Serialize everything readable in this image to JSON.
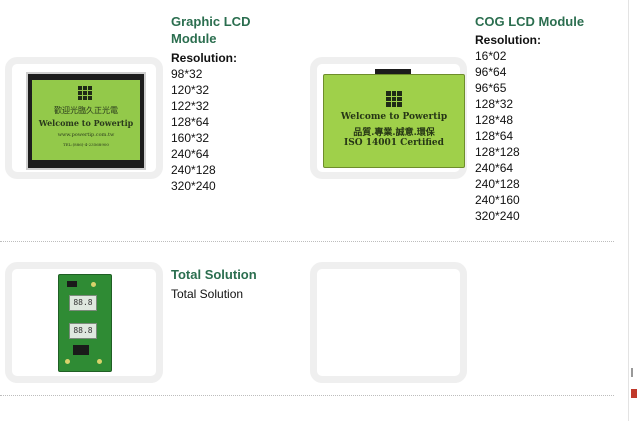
{
  "products": [
    {
      "title_line1": "Graphic LCD",
      "title_line2": "Module",
      "res_label": "Resolution:",
      "resolutions": [
        "98*32",
        "120*32",
        "122*32",
        "128*64",
        "160*32",
        "240*64",
        "240*128",
        "320*240"
      ],
      "screen_lines": [
        "歡迎光臨久正光電",
        "Welcome to Powertip",
        "www.powertip.com.tw",
        "TEL:(886)-4-23568900"
      ]
    },
    {
      "title_line1": "COG LCD Module",
      "res_label": "Resolution:",
      "resolutions": [
        "16*02",
        "96*64",
        "96*65",
        "128*32",
        "128*48",
        "128*64",
        "128*128",
        "240*64",
        "240*128",
        "240*160",
        "320*240"
      ],
      "screen_lines": [
        "Welcome to Powertip",
        "品質.專業.誠意.環保",
        "ISO 14001 Certified"
      ]
    },
    {
      "title_line1": "Total Solution",
      "subtitle": "Total Solution",
      "pcb_readouts": [
        "88.8",
        "88.8"
      ]
    }
  ],
  "colors": {
    "accent": "#2b6e4f",
    "lcd": "#93c94a",
    "cog": "#9fd04a",
    "pcb": "#2f8b34"
  }
}
